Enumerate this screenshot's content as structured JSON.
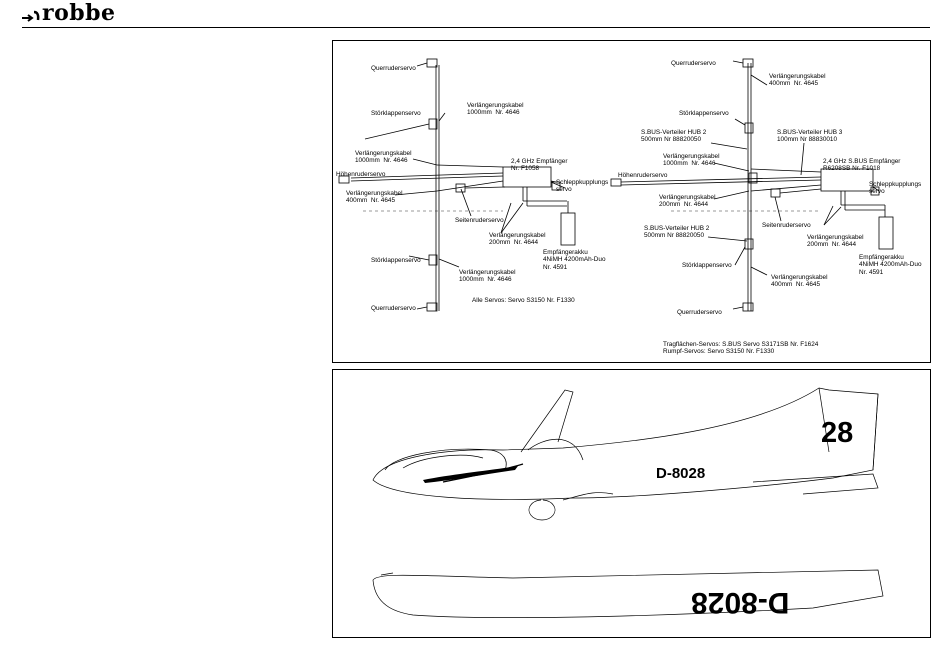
{
  "brand": {
    "name": "robbe"
  },
  "left": {
    "servos": {
      "aileron_top": "Querruderservo",
      "spoiler_top": "Störklappenservo",
      "elevator": "Höhenruderservo",
      "rudder": "Seitenruderservo",
      "spoiler_bottom": "Störklappenservo",
      "aileron_bottom": "Querruderservo"
    },
    "cables": {
      "ext_1000_top": "Verlängerungskabel\n1000mm  Nr. 4646",
      "ext_1000_mid": "Verlängerungskabel\n1000mm  Nr. 4646",
      "ext_400": "Verlängerungskabel\n400mm  Nr. 4645",
      "ext_200": "Verlängerungskabel\n200mm  Nr. 4644",
      "ext_1000_bottom": "Verlängerungskabel\n1000mm  Nr. 4646"
    },
    "receiver": "2,4 GHz Empfänger\nNr. F1058",
    "tow_servo": "Schleppkupplungs\nservo",
    "battery": "Empfängerakku\n4NiMH 4200mAh-Duo\nNr. 4591",
    "note": "Alle Servos: Servo S3150 Nr. F1330"
  },
  "right": {
    "servos": {
      "aileron_top": "Querruderservo",
      "spoiler_top": "Störklappenservo",
      "elevator": "Höhenruderservo",
      "rudder": "Seitenruderservo",
      "spoiler_bottom": "Störklappenservo",
      "aileron_bottom": "Querruderservo"
    },
    "cables": {
      "ext_400_top": "Verlängerungskabel\n400mm  Nr. 4645",
      "ext_1000": "Verlängerungskabel\n1000mm  Nr. 4646",
      "ext_200_left": "Verlängerungskabel\n200mm  Nr. 4644",
      "ext_200_right": "Verlängerungskabel\n200mm  Nr. 4644",
      "ext_400_bottom": "Verlängerungskabel\n400mm  Nr. 4645"
    },
    "hub2_top": "S.BUS-Verteiler HUB 2\n500mm Nr 88820050",
    "hub3": "S.BUS-Verteiler HUB 3\n100mm Nr 88830010",
    "hub2_bottom": "S.BUS-Verteiler HUB 2\n500mm Nr 88820050",
    "receiver": "2,4 GHz S.BUS Empfänger\nR6208SB Nr. F1018",
    "tow_servo": "Schleppkupplungs\nservo",
    "battery": "Empfängerakku\n4NiMH 4200mAh-Duo\nNr. 4591",
    "note": "Tragflächen-Servos: S.BUS Servo S3171SB Nr. F1624\nRumpf-Servos: Servo S3150 Nr. F1330"
  },
  "glider": {
    "fin_number": "28",
    "registration": "D-8028",
    "registration_mirrored": "D-8028"
  }
}
